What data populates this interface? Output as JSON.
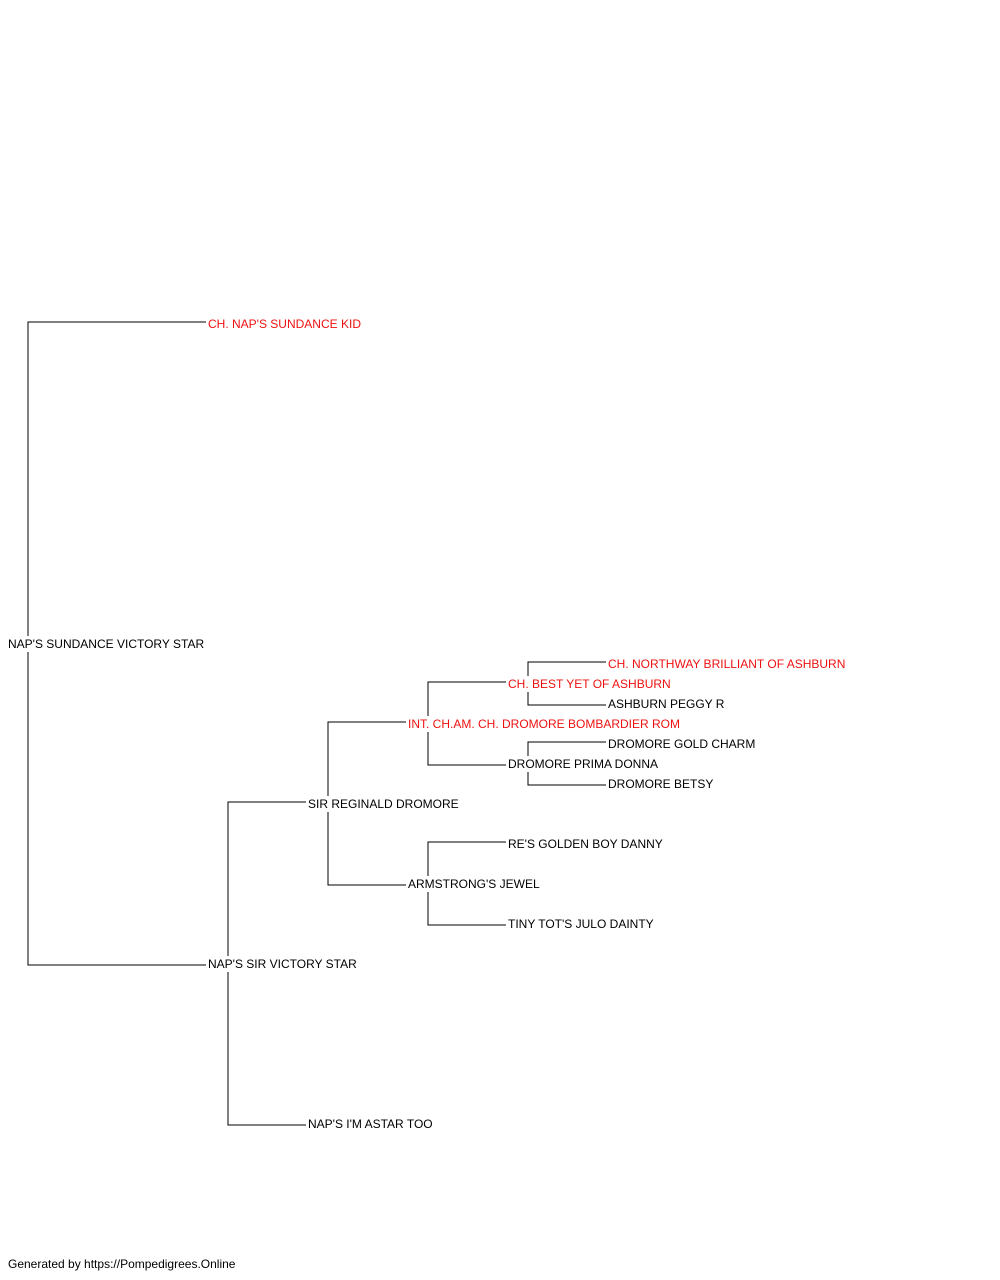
{
  "colors": {
    "champion": "#ee1111",
    "regular": "#000000",
    "lines": "#000000"
  },
  "pedigree": {
    "subject": {
      "name": "NAP'S SUNDANCE VICTORY STAR",
      "champion": false
    },
    "sire": {
      "name": "CH. NAP'S SUNDANCE KID",
      "champion": true
    },
    "dam": {
      "name": "NAP'S SIR VICTORY STAR",
      "champion": false
    },
    "dam_sire": {
      "name": "SIR REGINALD DROMORE",
      "champion": false
    },
    "dam_dam": {
      "name": "NAP'S I'M ASTAR TOO",
      "champion": false
    },
    "dam_sire_sire": {
      "name": "INT. CH.AM. CH. DROMORE BOMBARDIER ROM",
      "champion": true
    },
    "dam_sire_dam": {
      "name": "ARMSTRONG'S JEWEL",
      "champion": false
    },
    "dss_sire": {
      "name": "CH. BEST YET OF ASHBURN",
      "champion": true
    },
    "dss_dam": {
      "name": "DROMORE PRIMA DONNA",
      "champion": false
    },
    "dsd_sire": {
      "name": "RE'S GOLDEN BOY DANNY",
      "champion": false
    },
    "dsd_dam": {
      "name": "TINY TOT'S JULO DAINTY",
      "champion": false
    },
    "dsss_sire": {
      "name": "CH. NORTHWAY BRILLIANT OF ASHBURN",
      "champion": true
    },
    "dsss_dam": {
      "name": "ASHBURN PEGGY R",
      "champion": false
    },
    "dssd_sire": {
      "name": "DROMORE GOLD CHARM",
      "champion": false
    },
    "dssd_dam": {
      "name": "DROMORE BETSY",
      "champion": false
    }
  },
  "footer": {
    "text": "Generated by https://Pompedigrees.Online"
  }
}
